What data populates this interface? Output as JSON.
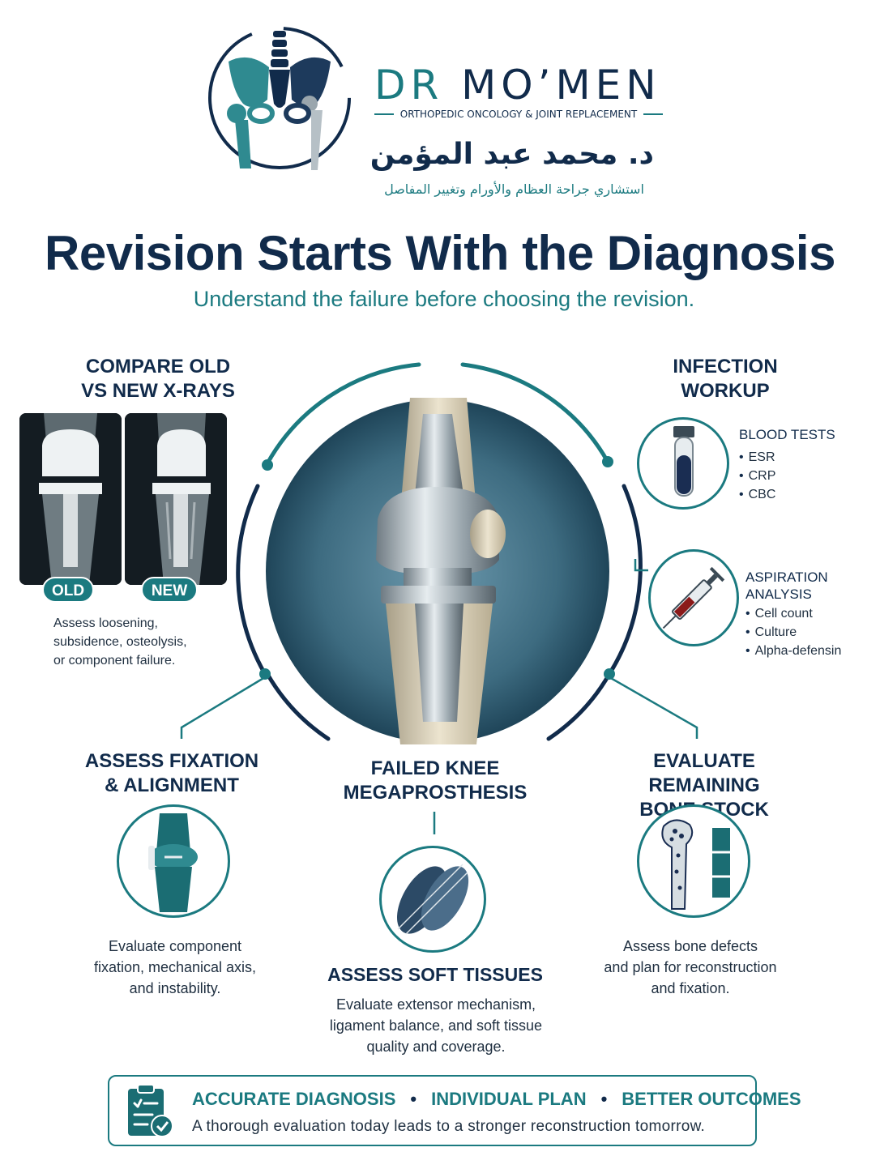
{
  "brand": {
    "name_prefix": "DR",
    "name_main": "MO’MEN",
    "tagline": "ORTHOPEDIC ONCOLOGY & JOINT REPLACEMENT",
    "arabic_name": "د. محمد عبد المؤمن",
    "arabic_subtitle": "استشاري جراحة العظام والأورام وتغيير المفاصل",
    "logo_icon": "pelvis-spine-hip-prosthesis-icon"
  },
  "header": {
    "title": "Revision Starts With the Diagnosis",
    "subtitle": "Understand the failure before choosing the revision."
  },
  "xrays": {
    "heading_line1": "COMPARE OLD",
    "heading_line2": "VS NEW X-RAYS",
    "old_label": "OLD",
    "new_label": "NEW",
    "note_line1": "Assess loosening,",
    "note_line2": "subsidence, osteolysis,",
    "note_line3": "or component failure."
  },
  "infection": {
    "heading_line1": "INFECTION",
    "heading_line2": "WORKUP",
    "blood": {
      "title": "BLOOD TESTS",
      "items": [
        "ESR",
        "CRP",
        "CBC"
      ],
      "icon": "blood-tube-icon"
    },
    "aspiration": {
      "title_line1": "ASPIRATION",
      "title_line2": "ANALYSIS",
      "items": [
        "Cell count",
        "Culture",
        "Alpha-defensin"
      ],
      "icon": "syringe-icon"
    }
  },
  "center": {
    "heading_line1": "FAILED KNEE",
    "heading_line2": "MEGAPROSTHESIS",
    "image": "knee-megaprosthesis-illustration"
  },
  "fixation": {
    "heading_line1": "ASSESS FIXATION",
    "heading_line2": "& ALIGNMENT",
    "text_line1": "Evaluate component",
    "text_line2": "fixation, mechanical axis,",
    "text_line3": "and instability.",
    "icon": "knee-joint-icon"
  },
  "soft_tissue": {
    "heading": "ASSESS SOFT TISSUES",
    "text_line1": "Evaluate extensor mechanism,",
    "text_line2": "ligament balance, and soft tissue",
    "text_line3": "quality and coverage.",
    "icon": "muscle-fiber-icon"
  },
  "bone_stock": {
    "heading_line1": "EVALUATE REMAINING",
    "heading_line2": "BONE STOCK",
    "text_line1": "Assess bone defects",
    "text_line2": "and plan for reconstruction",
    "text_line3": "and fixation.",
    "icon": "bone-section-icon"
  },
  "footer": {
    "items": [
      "ACCURATE DIAGNOSIS",
      "INDIVIDUAL PLAN",
      "BETTER OUTCOMES"
    ],
    "separator": "•",
    "text": "A thorough evaluation today leads to a stronger reconstruction tomorrow.",
    "icon": "clipboard-check-icon"
  },
  "colors": {
    "navy": "#112b4b",
    "teal": "#1b7a80",
    "center_bg": "#3d6b80"
  }
}
